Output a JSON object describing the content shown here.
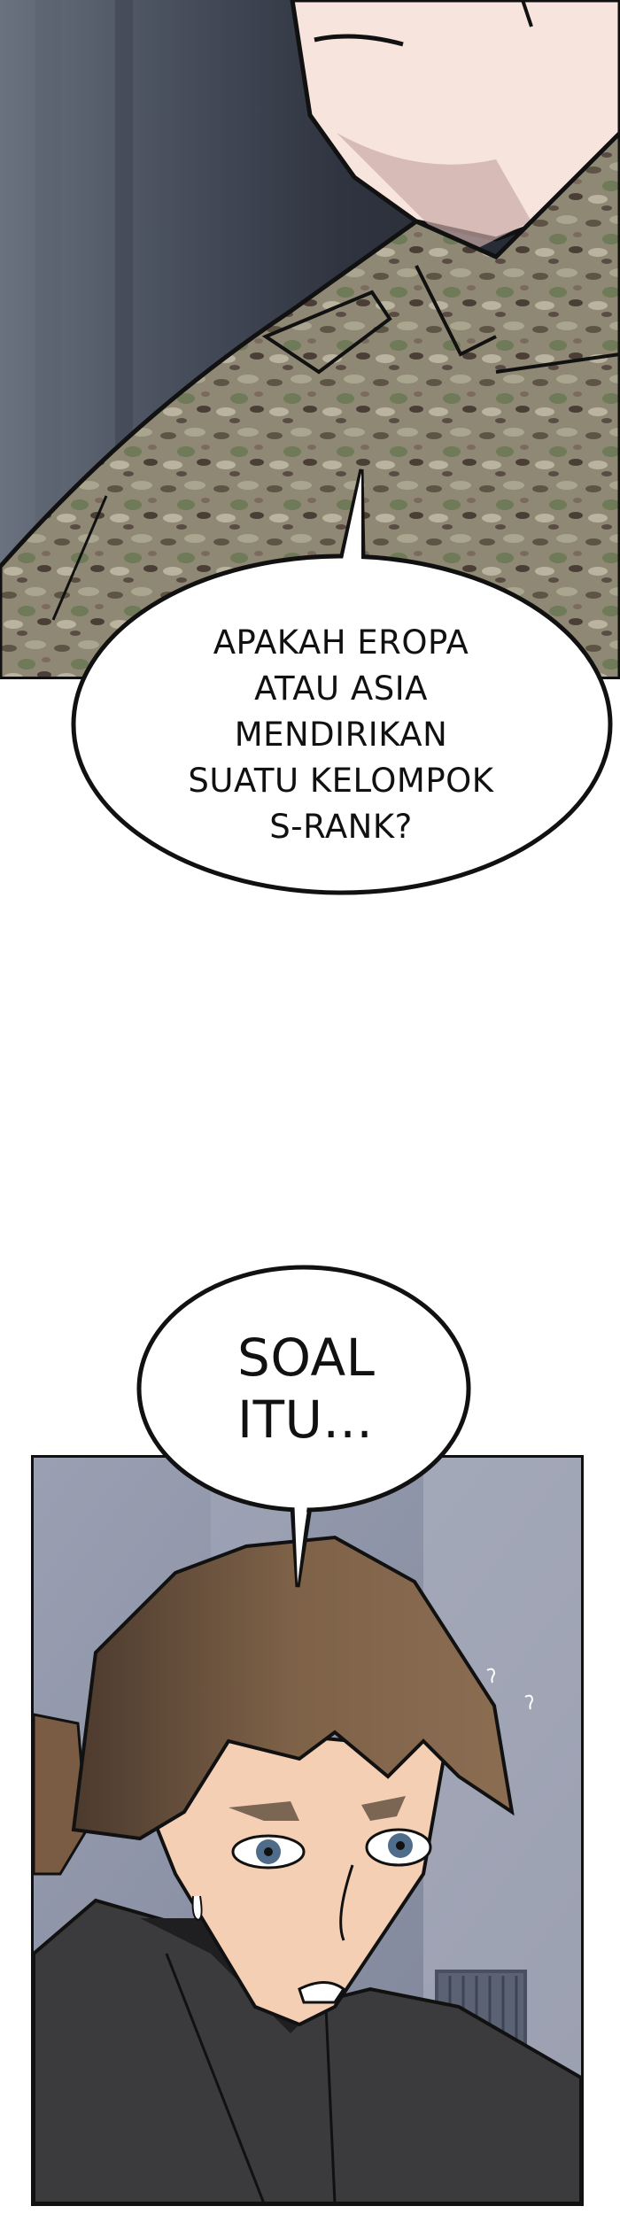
{
  "panels": [
    {
      "id": "panel-1",
      "description": "close-up of man's jaw and camouflage uniform collar",
      "colors": {
        "background": "#3a404c",
        "skin": "#f7e4dd",
        "skin_shadow": "#c7aaa6",
        "camo_base": "#8c8470"
      }
    },
    {
      "id": "panel-2",
      "description": "young man with brown hair and ponytail in black jacket, looking aside",
      "colors": {
        "background": "#8a90a2",
        "hair": "#7a5f48",
        "skin": "#f4cfb4",
        "jacket": "#3a3a3c"
      }
    }
  ],
  "bubbles": [
    {
      "id": "bubble-1",
      "lines": [
        "APAKAH EROPA",
        "ATAU ASIA",
        "MENDIRIKAN",
        "SUATU KELOMPOK",
        "S-RANK?"
      ]
    },
    {
      "id": "bubble-2",
      "lines": [
        "SOAL",
        "ITU..."
      ]
    }
  ]
}
